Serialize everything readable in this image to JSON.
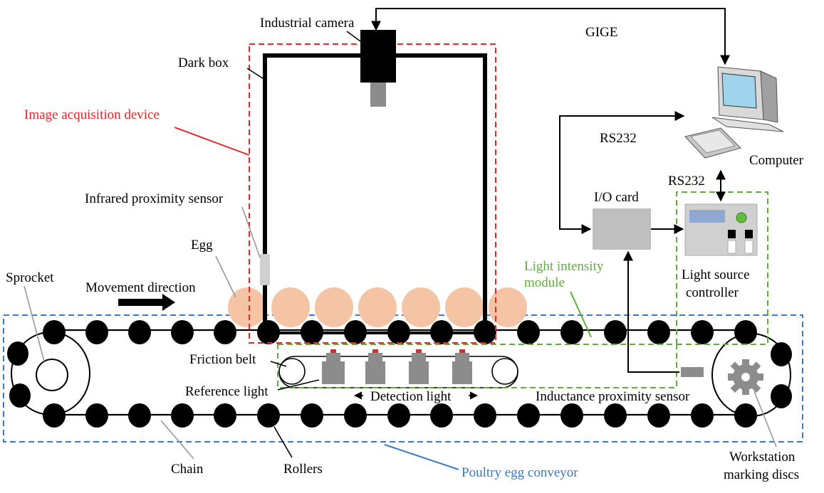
{
  "labels": {
    "industrial_camera": "Industrial camera",
    "gige": "GIGE",
    "dark_box": "Dark box",
    "image_acquisition_device": "Image acquisition device",
    "rs232_top": "RS232",
    "computer": "Computer",
    "rs232_right": "RS232",
    "infrared_proximity_sensor": "Infrared proximity sensor",
    "io_card": "I/O card",
    "egg": "Egg",
    "sprocket": "Sprocket",
    "movement_direction": "Movement direction",
    "light_intensity_module_line1": "Light intensity",
    "light_intensity_module_line2": "module",
    "light_source_controller_line1": "Light source",
    "light_source_controller_line2": "controller",
    "friction_belt": "Friction belt",
    "reference_light": "Reference light",
    "detection_light": "Detection light",
    "inductance_proximity_sensor": "Inductance proximity sensor",
    "chain": "Chain",
    "rollers": "Rollers",
    "poultry_egg_conveyor": "Poultry egg conveyor",
    "workstation_marking_discs_line1": "Workstation",
    "workstation_marking_discs_line2": "marking discs"
  },
  "colors": {
    "image_acquisition_box": "#e8262a",
    "light_intensity_box": "#5fae3b",
    "conveyor_box": "#3a78c9",
    "egg": "#f5c4a4",
    "roller": "#000000",
    "device_gray": "#bfbfbf"
  },
  "icons": {
    "computer": "desktop-computer-icon",
    "camera": "industrial-camera-icon",
    "controller": "light-controller-icon",
    "marking_disc": "gear-disc-icon"
  }
}
